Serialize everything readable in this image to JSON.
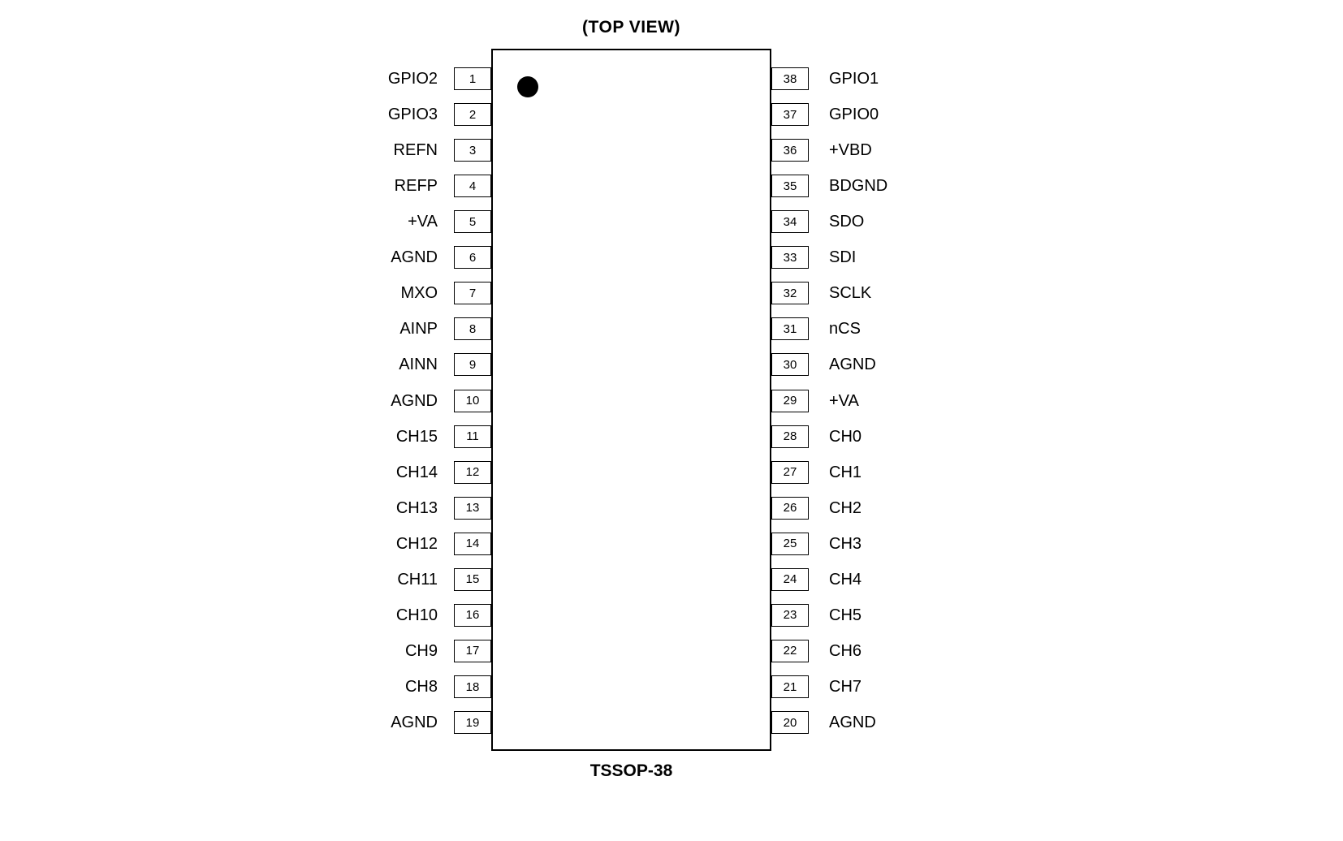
{
  "title": "(TOP VIEW)",
  "package_label": "TSSOP-38",
  "left_pins": [
    {
      "num": "1",
      "name": "GPIO2"
    },
    {
      "num": "2",
      "name": "GPIO3"
    },
    {
      "num": "3",
      "name": "REFN"
    },
    {
      "num": "4",
      "name": "REFP"
    },
    {
      "num": "5",
      "name": "+VA"
    },
    {
      "num": "6",
      "name": "AGND"
    },
    {
      "num": "7",
      "name": "MXO"
    },
    {
      "num": "8",
      "name": "AINP"
    },
    {
      "num": "9",
      "name": "AINN"
    },
    {
      "num": "10",
      "name": "AGND"
    },
    {
      "num": "11",
      "name": "CH15"
    },
    {
      "num": "12",
      "name": "CH14"
    },
    {
      "num": "13",
      "name": "CH13"
    },
    {
      "num": "14",
      "name": "CH12"
    },
    {
      "num": "15",
      "name": "CH11"
    },
    {
      "num": "16",
      "name": "CH10"
    },
    {
      "num": "17",
      "name": "CH9"
    },
    {
      "num": "18",
      "name": "CH8"
    },
    {
      "num": "19",
      "name": "AGND"
    }
  ],
  "right_pins": [
    {
      "num": "38",
      "name": "GPIO1"
    },
    {
      "num": "37",
      "name": "GPIO0"
    },
    {
      "num": "36",
      "name": "+VBD"
    },
    {
      "num": "35",
      "name": "BDGND"
    },
    {
      "num": "34",
      "name": "SDO"
    },
    {
      "num": "33",
      "name": "SDI"
    },
    {
      "num": "32",
      "name": "SCLK"
    },
    {
      "num": "31",
      "name": "nCS"
    },
    {
      "num": "30",
      "name": "AGND"
    },
    {
      "num": "29",
      "name": "+VA"
    },
    {
      "num": "28",
      "name": "CH0"
    },
    {
      "num": "27",
      "name": "CH1"
    },
    {
      "num": "26",
      "name": "CH2"
    },
    {
      "num": "25",
      "name": "CH3"
    },
    {
      "num": "24",
      "name": "CH4"
    },
    {
      "num": "23",
      "name": "CH5"
    },
    {
      "num": "22",
      "name": "CH6"
    },
    {
      "num": "21",
      "name": "CH7"
    },
    {
      "num": "20",
      "name": "AGND"
    }
  ]
}
